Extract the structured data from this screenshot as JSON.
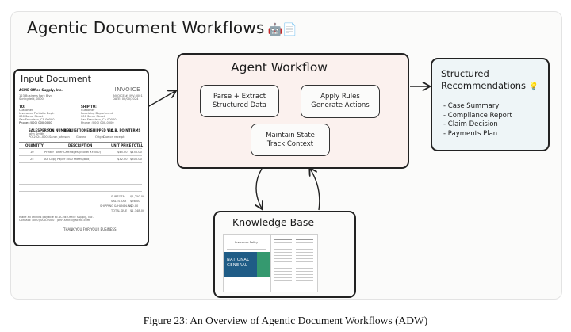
{
  "title": "Agentic Document Workflows",
  "title_emoji": "🤖📄",
  "input_document": {
    "label": "Input Document",
    "invoice": {
      "company": "ACME Office Supply, Inc.",
      "heading": "INVOICE",
      "address": [
        "123 Business Park Blvd",
        "Springfield, 0000"
      ],
      "meta": [
        "INVOICE #: INV-0001",
        "DATE: 00/00/2024"
      ],
      "to_label": "TO:",
      "ship_to_label": "SHIP TO:",
      "to_lines": [
        "Customer",
        "Insurance Portfolio Dept.",
        "000 Some Street",
        "San Francisco, CA 00000",
        "Phone: (000) 000-0000"
      ],
      "ship_lines": [
        "Customer",
        "Receiving Department",
        "000 Some Street",
        "San Francisco, CA 00000",
        "Phone: (000) 000-0000"
      ],
      "sales_headers": [
        "SALESPERSON",
        "P.O. NUMBER",
        "REQUISITIONER",
        "SHIPPED VIA",
        "F.O.B. POINT",
        "TERMS"
      ],
      "sales_values": [
        "John Smith",
        "PO-2024-0001",
        "Sarah Johnson",
        "Ground",
        "Origin",
        "Due on receipt"
      ],
      "item_headers": [
        "QUANTITY",
        "DESCRIPTION",
        "UNIT PRICE",
        "TOTAL"
      ],
      "items": [
        [
          "10",
          "Printer Toner Cartridges (Model XY-500)",
          "$45.00",
          "$450.00"
        ],
        [
          "25",
          "A4 Copy Paper (500 sheets/box)",
          "$32.00",
          "$800.00"
        ]
      ],
      "totals": [
        [
          "SUBTOTAL",
          "$1,250.00"
        ],
        [
          "SALES TAX",
          "$98.00"
        ],
        [
          "SHIPPING & HANDLING",
          "$0.00"
        ],
        [
          "TOTAL DUE",
          "$1,348.00"
        ]
      ],
      "footer": [
        "Make all checks payable to ACME Office Supply, Inc.",
        "Contact: (000) 000-0000 | john.smith@acme.com"
      ],
      "thanks": "THANK YOU FOR YOUR BUSINESS!"
    }
  },
  "agent_workflow": {
    "label": "Agent Workflow",
    "steps": [
      [
        "Parse + Extract",
        "Structured Data"
      ],
      [
        "Apply Rules",
        "Generate Actions"
      ],
      [
        "Maintain State",
        "Track Context"
      ]
    ],
    "bg_color": "#fbf1ee"
  },
  "recommendations": {
    "label_lines": [
      "Structured",
      "Recommendations"
    ],
    "icon": "💡",
    "items": [
      "- Case Summary",
      "- Compliance Report",
      "- Claim Decision",
      "- Payments Plan"
    ],
    "bg_color": "#eef5f7"
  },
  "knowledge_base": {
    "label": "Knowledge Base",
    "doc_cover_text": [
      "NATIONAL",
      "GENERAL"
    ],
    "doc_title": "Insurance Policy"
  },
  "caption": "Figure 23: An Overview of Agentic Document Workflows (ADW)"
}
